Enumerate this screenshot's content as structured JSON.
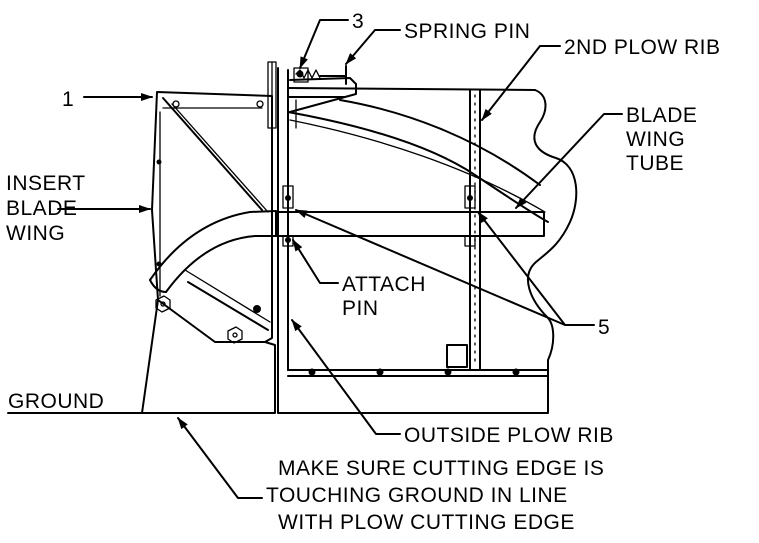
{
  "labels": {
    "item_1": "1",
    "item_3": "3",
    "item_5": "5",
    "spring_pin": "SPRING PIN",
    "second_plow_rib": "2ND PLOW RIB",
    "blade_wing_tube": [
      "BLADE",
      "WING",
      "TUBE"
    ],
    "insert_blade_wing": [
      "INSERT",
      "BLADE",
      "WING"
    ],
    "attach_pin": [
      "ATTACH",
      "PIN"
    ],
    "ground": "GROUND",
    "outside_plow_rib": "OUTSIDE PLOW RIB",
    "note": [
      "MAKE SURE CUTTING EDGE IS",
      "TOUCHING GROUND IN LINE",
      "WITH PLOW CUTTING EDGE"
    ]
  },
  "colors": {
    "line": "#000000",
    "background": "#ffffff"
  }
}
